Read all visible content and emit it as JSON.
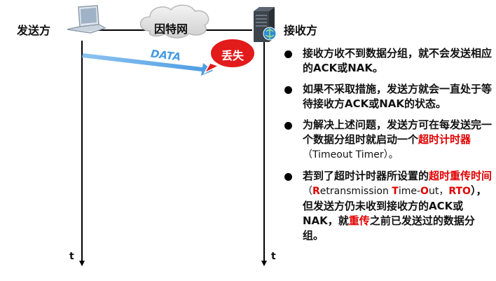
{
  "sender_label": "发送方",
  "receiver_label": "接收方",
  "network_label": "因特网",
  "packet_label": "DATA",
  "lost_label": "丢失",
  "time_left": "t",
  "time_right": "t",
  "colors": {
    "arrow": "#5aa7e8",
    "lost_bubble": "#e21b1b",
    "emphasis": "#e00000"
  },
  "bullets": [
    {
      "parts": [
        "接收方收不到数据分组，就不会发送相应的ACK或NAK。"
      ]
    },
    {
      "parts": [
        "如果不采取措施，发送方就会一直处于等待接收方ACK或NAK的状态。"
      ]
    },
    {
      "parts": [
        "为解决上述问题，发送方可在每发送完一个数据分组时就启动一个",
        "超时计时器",
        "（Timeout Timer）。"
      ]
    },
    {
      "parts": [
        "若到了超时计时器所设置的",
        "超时重传时间",
        "（",
        "R",
        "etransmission ",
        "T",
        "ime-",
        "O",
        "ut，",
        "RTO",
        "），但发送方仍未收到接收方的ACK或NAK，就",
        "重传",
        "之前已发送过的数据分组。"
      ]
    }
  ]
}
